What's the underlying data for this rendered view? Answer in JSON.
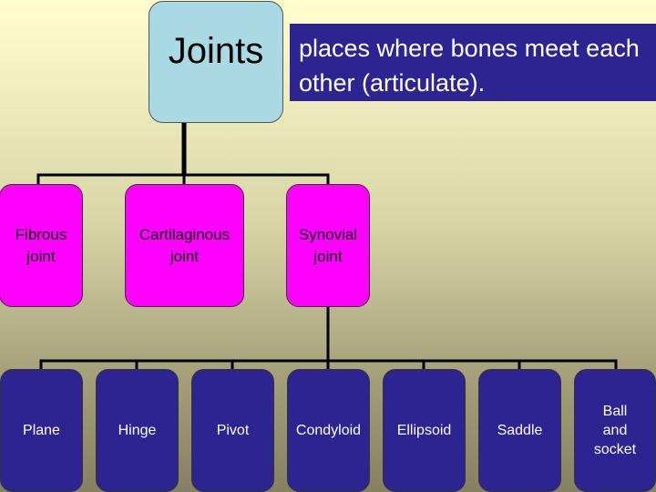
{
  "root": {
    "title": "Joints",
    "definition": "places where bones meet each other (articulate)."
  },
  "types": [
    {
      "label": "Fibrous joint"
    },
    {
      "label": "Cartilaginous joint"
    },
    {
      "label": "Synovial joint"
    }
  ],
  "synovial_types": [
    {
      "label": "Plane"
    },
    {
      "label": "Hinge"
    },
    {
      "label": "Pivot"
    },
    {
      "label": "Condyloid"
    },
    {
      "label": "Ellipsoid"
    },
    {
      "label": "Saddle"
    },
    {
      "label": "Ball and socket"
    }
  ],
  "colors": {
    "root_fill": "#a9d9e3",
    "definition_fill": "#2c2591",
    "type_fill": "#ff00ff",
    "subtype_fill": "#2c2591"
  }
}
